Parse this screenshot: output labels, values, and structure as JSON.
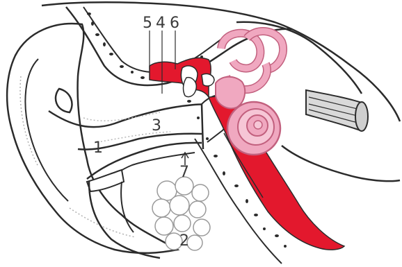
{
  "labels": {
    "n1": "1",
    "n2": "2",
    "n3": "3",
    "n4": "4",
    "n5": "5",
    "n6": "6",
    "n7": "7"
  },
  "colors": {
    "red": "#e3182d",
    "pink": "#f0a8c0",
    "pink_dark": "#c2607e",
    "ink": "#2b2b2b",
    "gray": "#bdbdbd",
    "paper": "#ffffff"
  }
}
